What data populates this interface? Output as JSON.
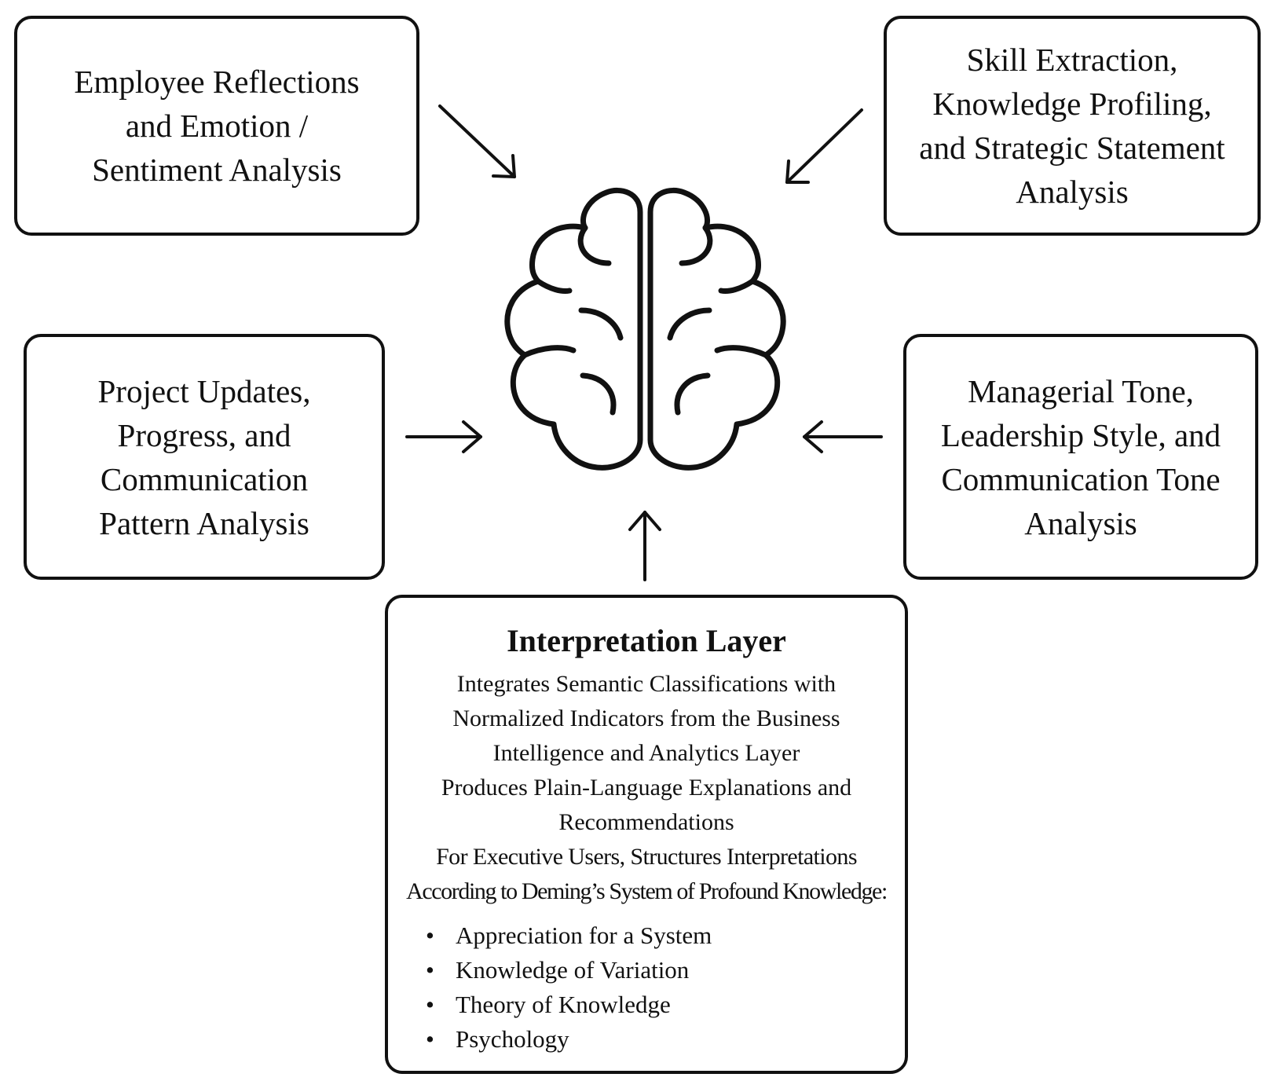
{
  "boxes": {
    "top_left": {
      "lines": [
        "Employee Reflections",
        "and Emotion /",
        "Sentiment Analysis"
      ]
    },
    "top_right": {
      "lines": [
        "Skill Extraction,",
        "Knowledge Profiling,",
        "and Strategic Statement",
        "Analysis"
      ]
    },
    "mid_left": {
      "lines": [
        "Project Updates,",
        "Progress, and",
        "Communication",
        "Pattern Analysis"
      ]
    },
    "mid_right": {
      "lines": [
        "Managerial Tone,",
        "Leadership Style, and",
        "Communication Tone",
        "Analysis"
      ]
    }
  },
  "interpretation_layer": {
    "title": "Interpretation Layer",
    "description_lines": [
      "Integrates Semantic Classifications with",
      "Normalized Indicators from the Business",
      "Intelligence and Analytics Layer",
      "Produces Plain-Language Explanations and",
      "Recommendations",
      "For Executive Users, Structures Interpretations",
      "According to Deming’s System of Profound Knowledge:"
    ],
    "bullet_symbol": "•",
    "bullets": [
      "Appreciation for a System",
      "Knowledge of Variation",
      "Theory of Knowledge",
      "Psychology"
    ]
  },
  "icons": {
    "center": "brain-icon"
  },
  "colors": {
    "stroke": "#111111",
    "background": "#ffffff"
  }
}
